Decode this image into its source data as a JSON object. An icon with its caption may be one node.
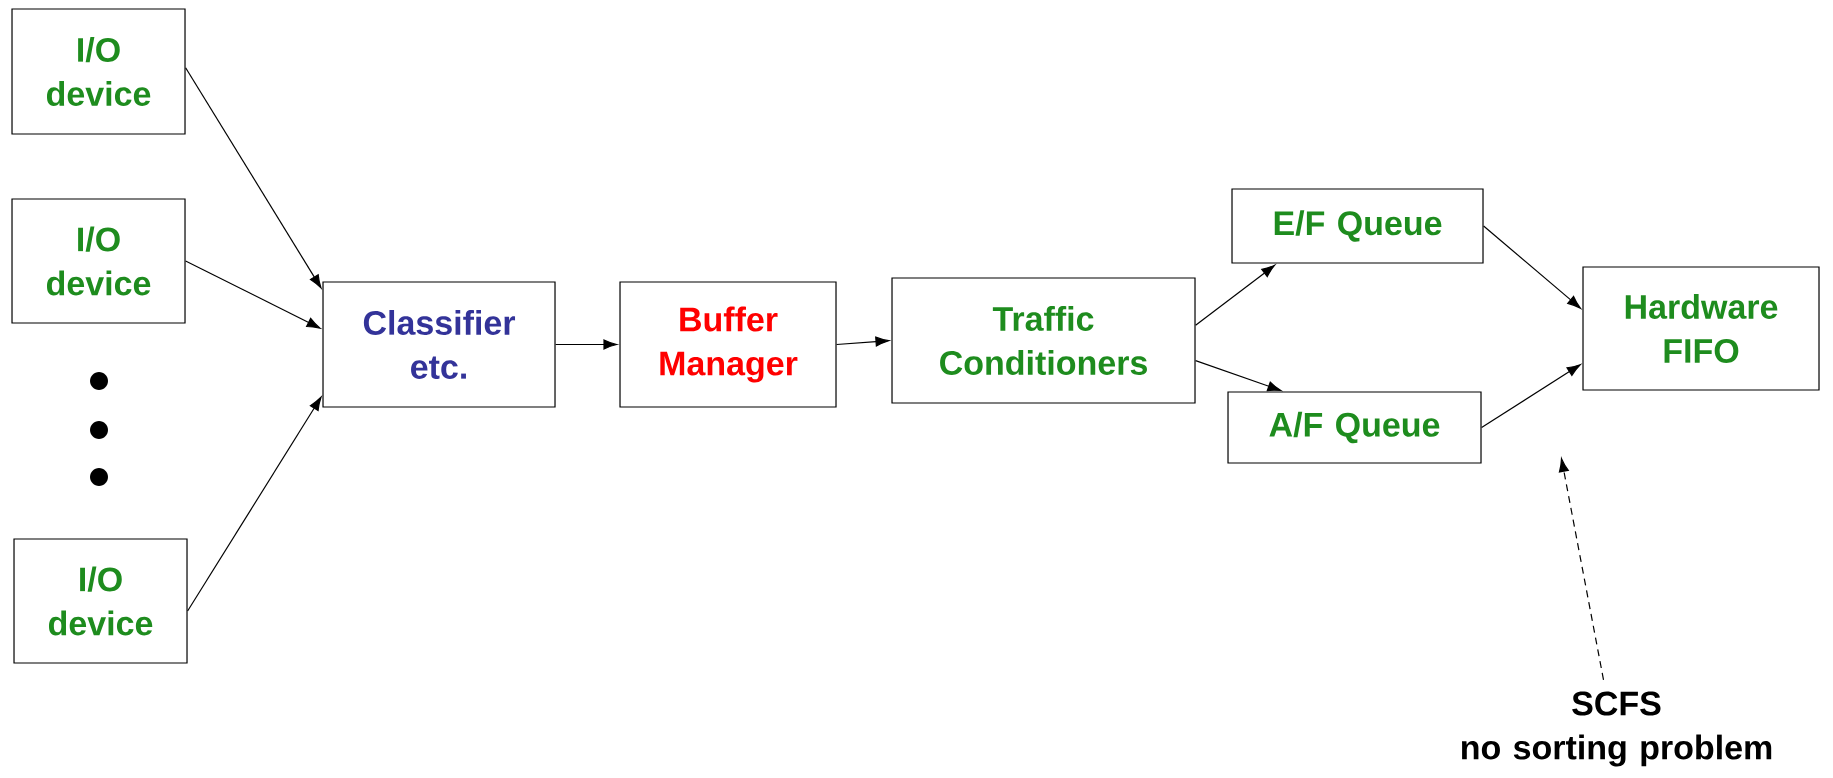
{
  "diagram": {
    "nodes": [
      {
        "text": [
          "I/O device"
        ]
      },
      {
        "text": [
          "I/O device"
        ]
      },
      {
        "text": [
          "I/O device"
        ]
      },
      {
        "text": [
          "Classifier etc."
        ]
      },
      {
        "text": [
          "Buffer Manager"
        ]
      },
      {
        "text": [
          "Traffic Conditioners"
        ]
      },
      {
        "text": [
          "E/F Queue"
        ]
      },
      {
        "text": [
          "A/F Queue"
        ]
      },
      {
        "text": [
          "Hardware FIFO"
        ]
      },
      {
        "text": [
          "SCFS",
          "no sorting problem"
        ]
      }
    ],
    "edges": [
      {
        "from": 0,
        "to": 3,
        "arrow": "to"
      },
      {
        "from": 1,
        "to": 3,
        "arrow": "to"
      },
      {
        "from": 2,
        "to": 3,
        "arrow": "to"
      },
      {
        "from": 3,
        "to": 4,
        "arrow": "to"
      },
      {
        "from": 4,
        "to": 5,
        "arrow": "to"
      },
      {
        "from": 5,
        "to": 6,
        "arrow": "to"
      },
      {
        "from": 5,
        "to": 7,
        "arrow": "to"
      },
      {
        "from": 6,
        "to": 8,
        "arrow": "to"
      },
      {
        "from": 7,
        "to": 8,
        "arrow": "to"
      },
      {
        "from": 9,
        "to": null,
        "arrow": "to",
        "style": "dashed"
      }
    ]
  }
}
